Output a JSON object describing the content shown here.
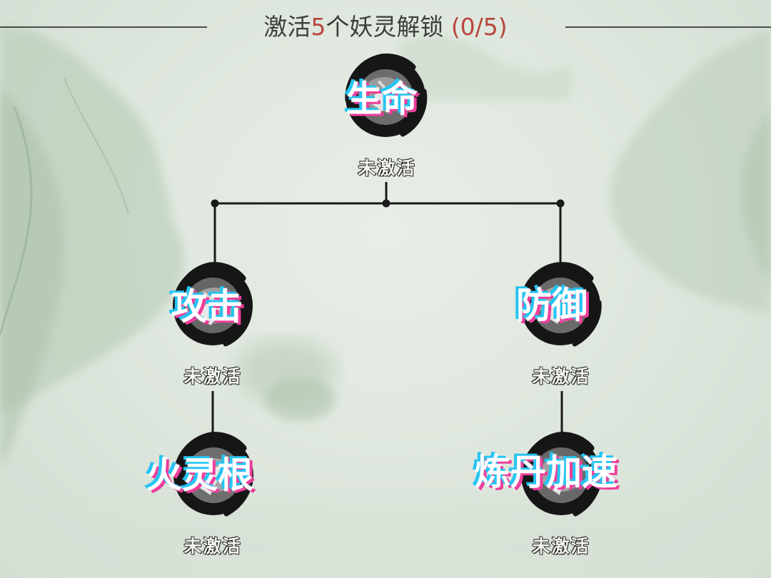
{
  "header": {
    "title_prefix": "激活",
    "title_count": "5",
    "title_suffix": "个妖灵解锁",
    "progress": "(0/5)"
  },
  "nodes": {
    "life": {
      "caption": "生命",
      "status": "未激活"
    },
    "attack": {
      "caption": "攻击",
      "status": "未激活"
    },
    "defense": {
      "caption": "防御",
      "status": "未激活"
    },
    "fire_root": {
      "caption": "火灵根",
      "status": "未激活"
    },
    "alchemy": {
      "caption": "炼丹加速",
      "status": "未激活"
    }
  },
  "colors": {
    "background": "#dde6dc",
    "mountain": "#b9ccb8",
    "ink": "#161616",
    "line": "#1a1a1a",
    "highlight_red": "#b8473f",
    "caption_cyan": "#26c4f2",
    "caption_magenta": "#ee3e9b"
  },
  "icons": {
    "node_badge": "ink-brush-circle-icon",
    "junction": "line-junction-dot"
  }
}
